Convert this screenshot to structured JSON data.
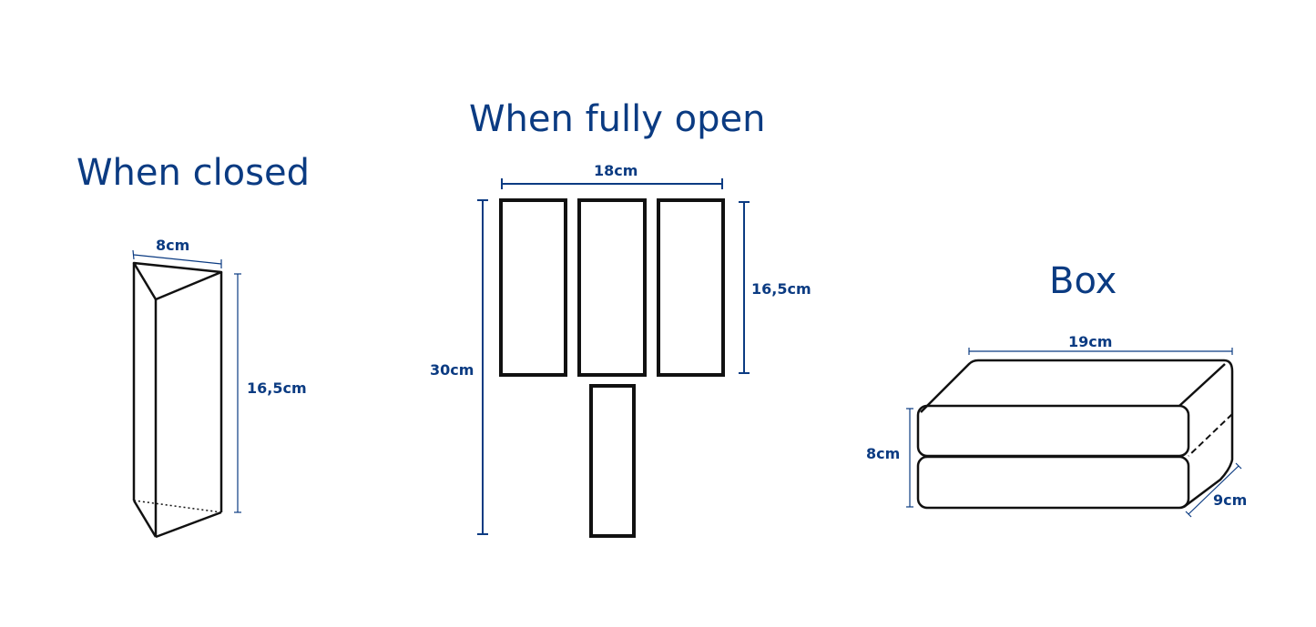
{
  "colors": {
    "accent": "#0b3b82",
    "line": "#111111",
    "background": "#ffffff"
  },
  "closed": {
    "title": "When closed",
    "width_label": "8cm",
    "height_label": "16,5cm"
  },
  "open": {
    "title": "When fully open",
    "width_label": "18cm",
    "panel_height_label": "16,5cm",
    "total_height_label": "30cm"
  },
  "box": {
    "title": "Box",
    "length_label": "19cm",
    "height_label": "8cm",
    "depth_label": "9cm"
  }
}
